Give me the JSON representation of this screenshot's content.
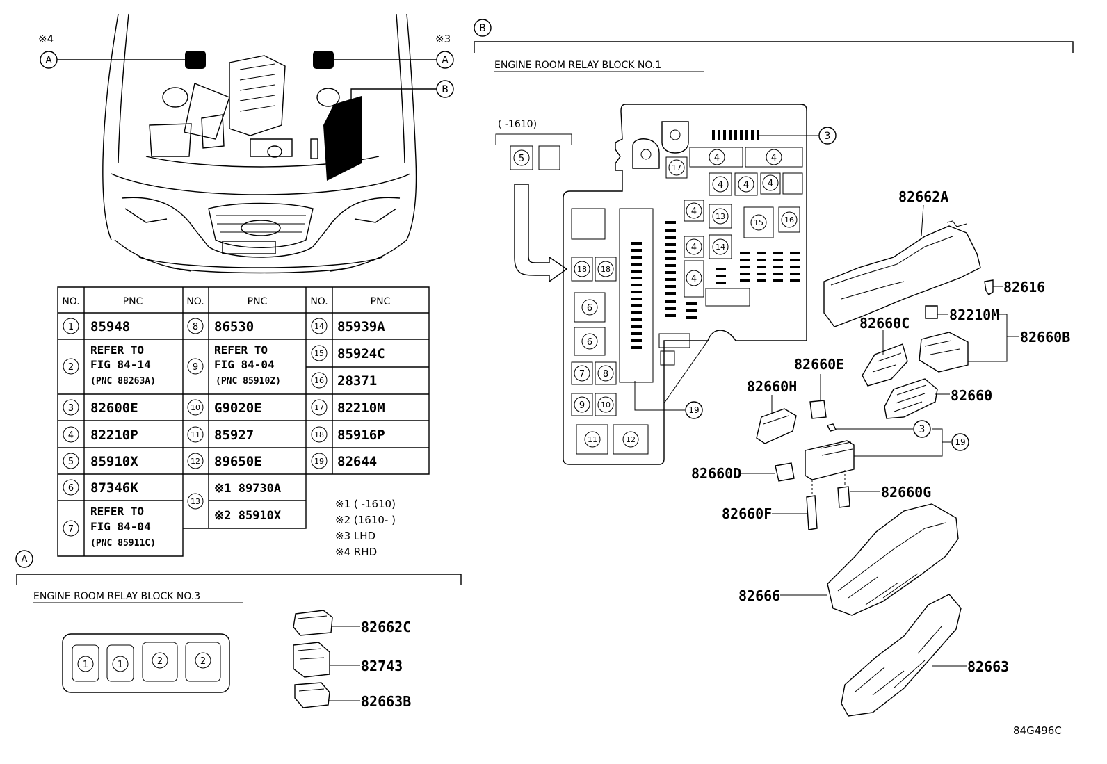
{
  "refs": {
    "a": "A",
    "b": "B",
    "note4": "※4",
    "note3": "※3"
  },
  "block1": {
    "title": "ENGINE ROOM RELAY BLOCK NO.1",
    "variant": "(      -1610)"
  },
  "block3": {
    "title": "ENGINE ROOM RELAY BLOCK NO.3"
  },
  "table": {
    "col_no": "NO.",
    "col_pnc": "PNC",
    "rows": [
      {
        "no": "1",
        "pnc": "85948"
      },
      {
        "no": "2",
        "lines": [
          "REFER TO",
          "FIG 84-14",
          "(PNC 88263A)"
        ]
      },
      {
        "no": "3",
        "pnc": "82600E"
      },
      {
        "no": "4",
        "pnc": "82210P"
      },
      {
        "no": "5",
        "pnc": "85910X"
      },
      {
        "no": "6",
        "pnc": "87346K"
      },
      {
        "no": "7",
        "lines": [
          "REFER TO",
          "FIG 84-04",
          "(PNC 85911C)"
        ]
      },
      {
        "no": "8",
        "pnc": "86530"
      },
      {
        "no": "9",
        "lines": [
          "REFER TO",
          "FIG 84-04",
          "(PNC 85910Z)"
        ]
      },
      {
        "no": "10",
        "pnc": "G9020E"
      },
      {
        "no": "11",
        "pnc": "85927"
      },
      {
        "no": "12",
        "pnc": "89650E"
      },
      {
        "no": "13",
        "pnc_a": "※1 89730A",
        "pnc_b": "※2 85910X"
      },
      {
        "no": "14",
        "pnc": "85939A"
      },
      {
        "no": "15",
        "pnc": "85924C"
      },
      {
        "no": "16",
        "pnc": "28371"
      },
      {
        "no": "17",
        "pnc": "82210M"
      },
      {
        "no": "18",
        "pnc": "85916P"
      },
      {
        "no": "19",
        "pnc": "82644"
      }
    ]
  },
  "notes": [
    "※1 (      -1610)",
    "※2 (1610-      )",
    "※3 LHD",
    "※4 RHD"
  ],
  "callouts": {
    "c82662A": "82662A",
    "c82616": "82616",
    "c82210M": "82210M",
    "c82660B": "82660B",
    "c82660C": "82660C",
    "c82660E": "82660E",
    "c82660H": "82660H",
    "c82660": "82660",
    "c3": "3",
    "c19": "19",
    "c82660D": "82660D",
    "c82660G": "82660G",
    "c82660F": "82660F",
    "c82666": "82666",
    "c82663": "82663",
    "c82662C": "82662C",
    "c82743": "82743",
    "c82663B": "82663B"
  },
  "figure_code": "84G496C"
}
